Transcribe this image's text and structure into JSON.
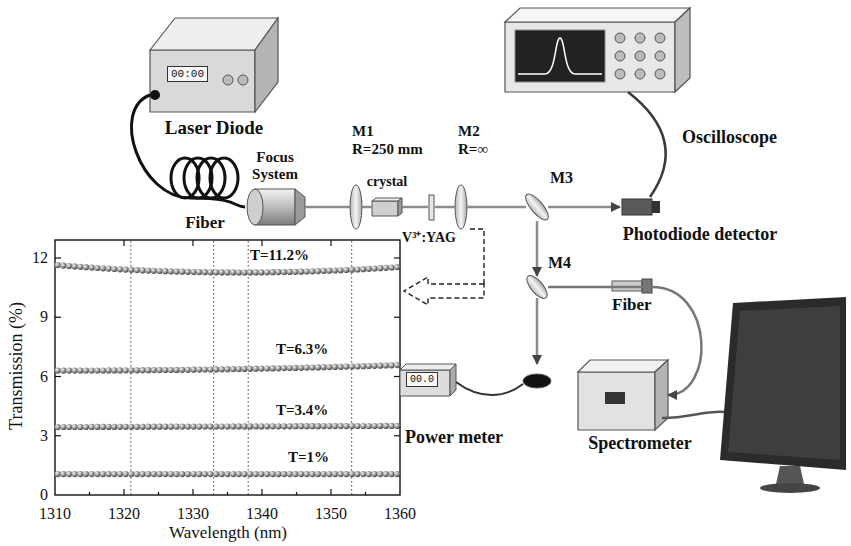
{
  "diagram": {
    "nodes": [
      {
        "text": [
          "00:00",
          "Laser Diode"
        ]
      },
      {
        "text": [
          "Focus System"
        ]
      },
      {
        "text": [
          "M1",
          "R=250 mm"
        ]
      },
      {
        "text": [
          "crystal"
        ]
      },
      {
        "text": [
          "V³⁺:YAG"
        ]
      },
      {
        "text": [
          "M2",
          "R=∞"
        ]
      },
      {
        "text": [
          "M3"
        ]
      },
      {
        "text": [
          "Oscilloscope"
        ]
      },
      {
        "text": [
          "Photodiode detector"
        ]
      },
      {
        "text": [
          "M4"
        ]
      },
      {
        "text": [
          "00.0",
          "Power meter"
        ]
      },
      {
        "text": [
          "Spectrometer"
        ]
      }
    ],
    "edges": [
      {
        "from": 0,
        "to": 1,
        "arrow": "none",
        "label": "Fiber"
      },
      {
        "from": 1,
        "to": 2,
        "arrow": "none"
      },
      {
        "from": 2,
        "to": 3,
        "arrow": "none"
      },
      {
        "from": 3,
        "to": 4,
        "arrow": "none"
      },
      {
        "from": 4,
        "to": 5,
        "arrow": "none"
      },
      {
        "from": 5,
        "to": 6,
        "arrow": "none"
      },
      {
        "from": 6,
        "to": 8,
        "arrow": "to"
      },
      {
        "from": 6,
        "to": 9,
        "arrow": "to"
      },
      {
        "from": 9,
        "to": 10,
        "arrow": "to"
      },
      {
        "from": 9,
        "to": 11,
        "arrow": "to",
        "label": "Fiber"
      },
      {
        "from": 8,
        "to": 7,
        "arrow": "none"
      }
    ],
    "labels": [
      "T=11.2%",
      "T=6.3%",
      "T=3.4%",
      "T=1%",
      "12",
      "9",
      "6",
      "3",
      "0",
      "1310",
      "1320",
      "1330",
      "1340",
      "1350",
      "1360",
      "Transmission (%)",
      "Wavelength (nm)"
    ]
  }
}
